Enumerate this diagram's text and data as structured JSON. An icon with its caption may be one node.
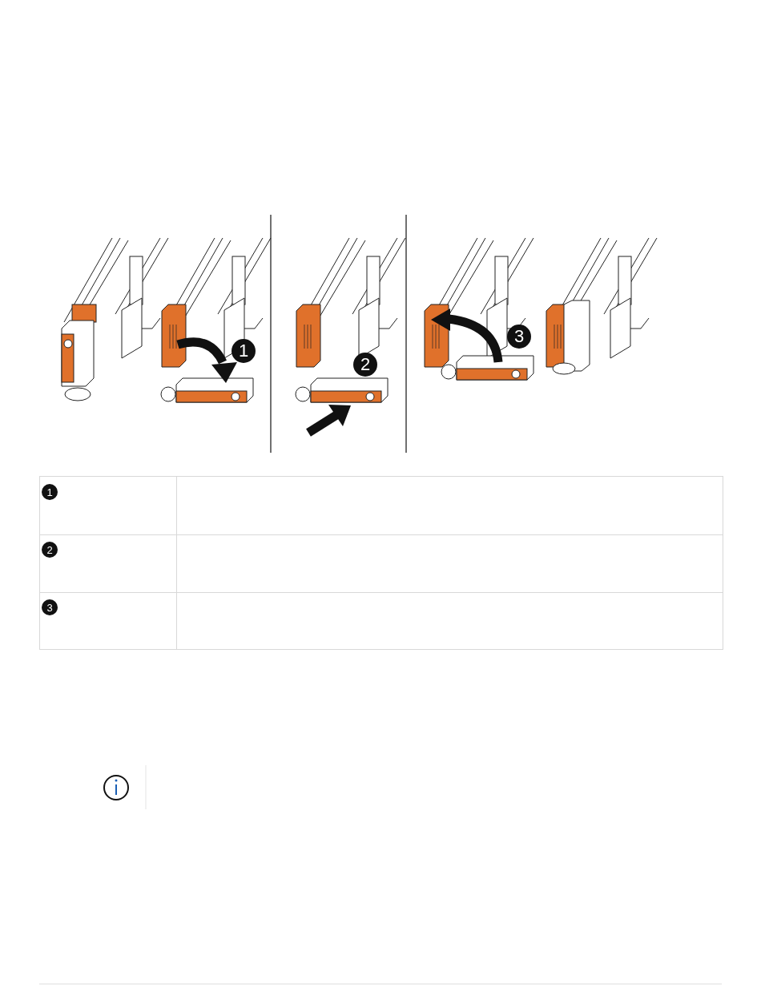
{
  "diagram": {
    "labels": [
      "1",
      "2",
      "3",
      "1",
      "2",
      "3"
    ]
  }
}
